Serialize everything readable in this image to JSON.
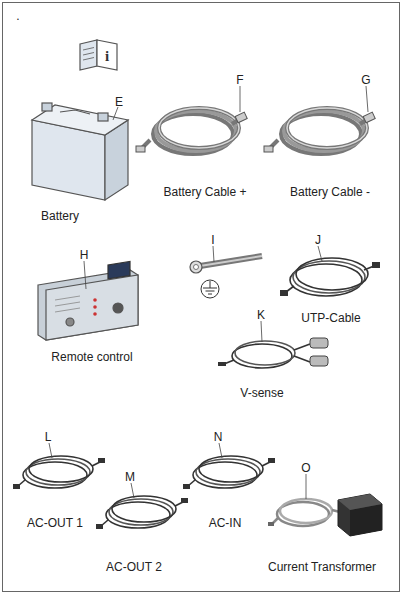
{
  "diagram": {
    "labels": [
      ".",
      "i",
      "E",
      "F",
      "G",
      "Battery",
      "Battery Cable +",
      "Battery Cable -",
      "H",
      "I",
      "J",
      "UTP-Cable",
      "K",
      "Remote control",
      "V-sense",
      "L",
      "N",
      "O",
      "M",
      "AC-OUT 1",
      "AC-IN",
      "Current Transformer",
      "AC-OUT 2"
    ]
  }
}
